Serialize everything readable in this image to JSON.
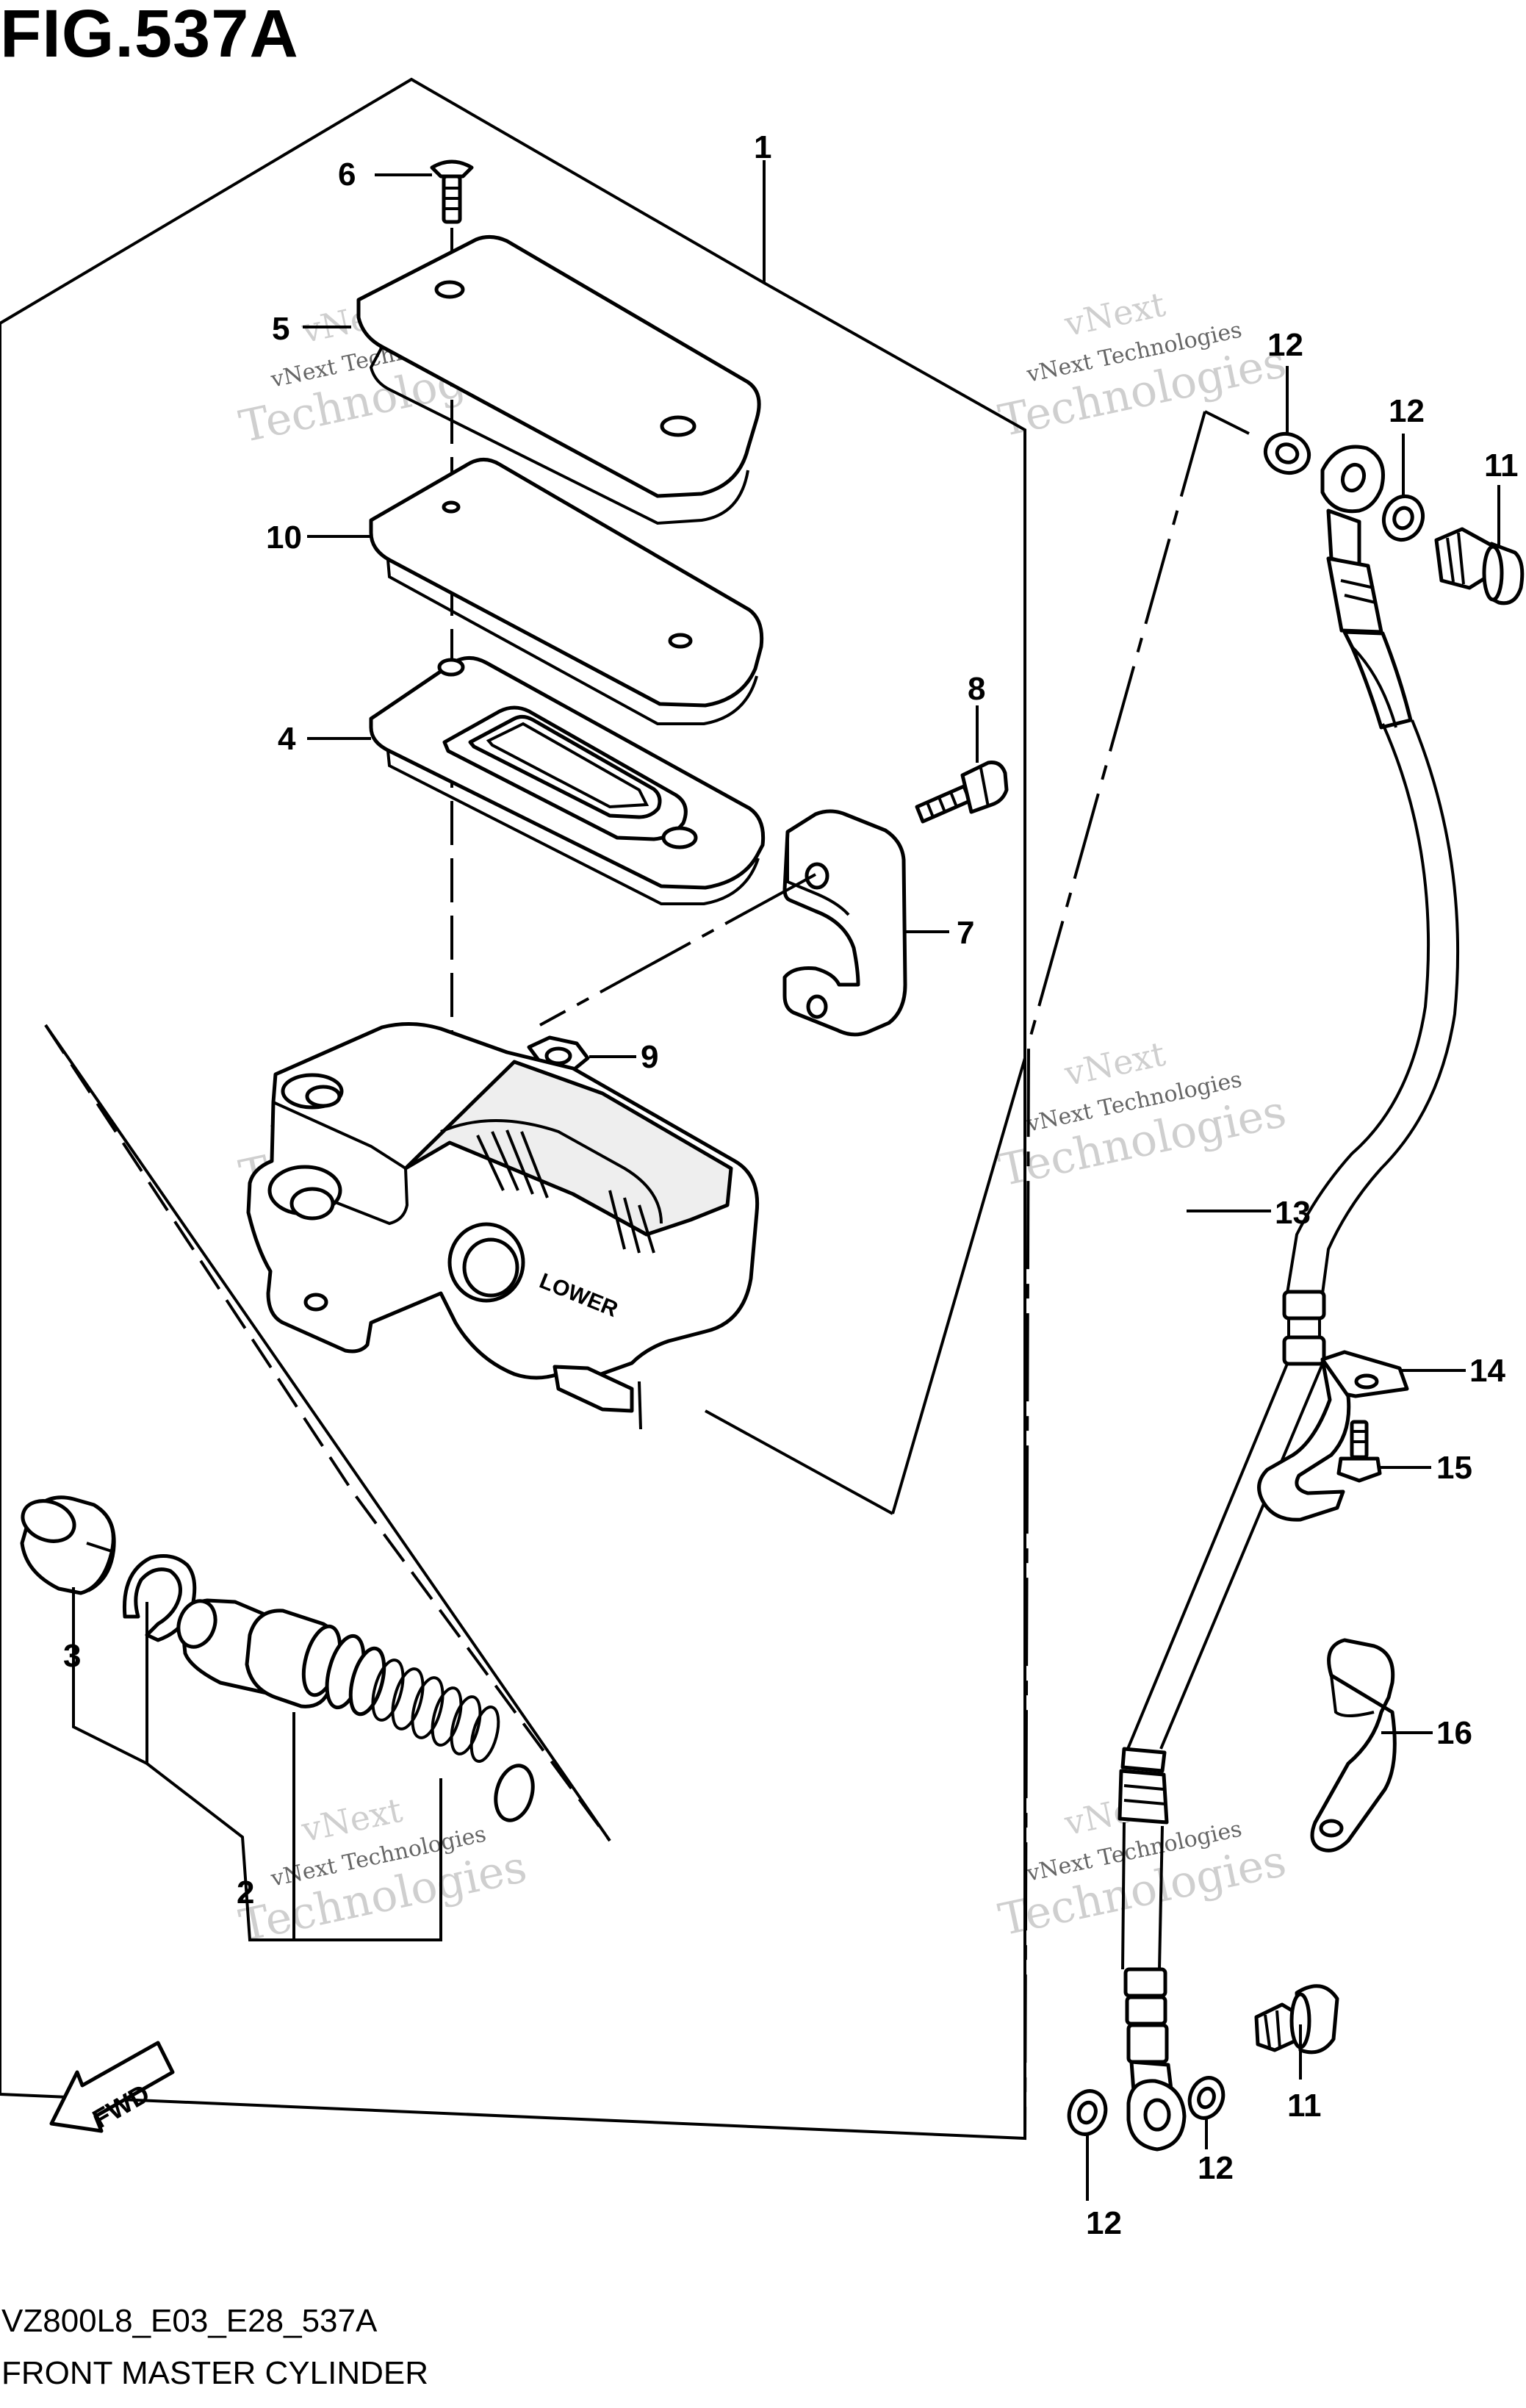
{
  "figure": {
    "title": "FIG.537A",
    "code": "VZ800L8_E03_E28_537A",
    "caption": "FRONT MASTER CYLINDER",
    "fwd_label": "FWD"
  },
  "watermark": {
    "line1": "vNext",
    "line2": "vNext Technologies",
    "line3": "Technologies"
  },
  "callouts": {
    "c1": "1",
    "c2": "2",
    "c3": "3",
    "c4": "4",
    "c5": "5",
    "c6": "6",
    "c7": "7",
    "c8": "8",
    "c9": "9",
    "c10": "10",
    "c11a": "11",
    "c11b": "11",
    "c12a": "12",
    "c12b": "12",
    "c12c": "12",
    "c12d": "12",
    "c13": "13",
    "c14": "14",
    "c15": "15",
    "c16": "16"
  },
  "housing_marking": "LOWER"
}
